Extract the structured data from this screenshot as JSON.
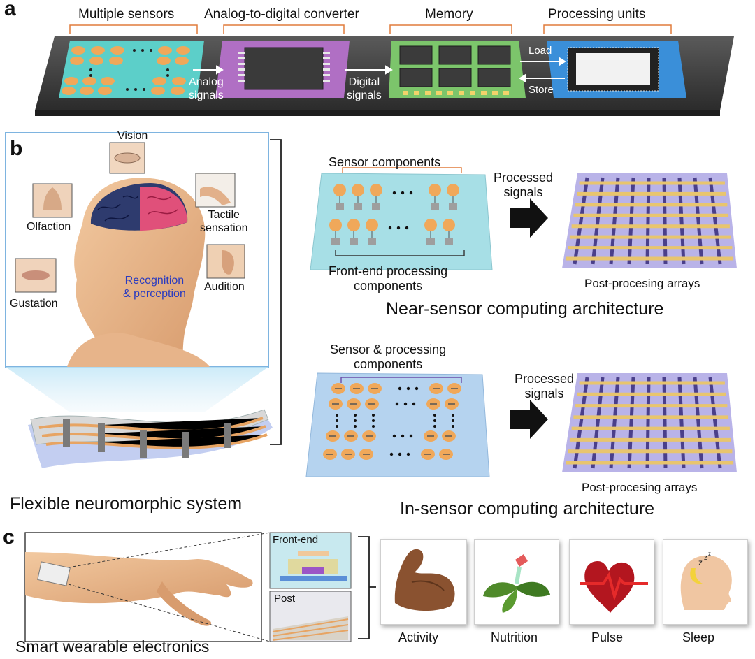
{
  "panel_a": {
    "letter": "a",
    "block_titles": [
      "Multiple sensors",
      "Analog-to-digital converter",
      "Memory",
      "Processing units"
    ],
    "analog_signals": "Analog\nsignals",
    "digital_signals": "Digital\nsignals",
    "load": "Load",
    "store": "Store"
  },
  "panel_b": {
    "letter": "b",
    "senses": {
      "vision": "Vision",
      "olfaction": "Olfaction",
      "tactile": "Tactile\nsensation",
      "gustation": "Gustation",
      "audition": "Audition"
    },
    "recognition": "Recognition\n& perception",
    "flexible_system": "Flexible neuromorphic system",
    "near_sensor": {
      "sensor_components": "Sensor components",
      "front_end": "Front-end processing\ncomponents",
      "processed_signals": "Processed\nsignals",
      "post_arrays": "Post-procesing arrays",
      "title": "Near-sensor computing architecture"
    },
    "in_sensor": {
      "sensor_processing": "Sensor & processing\ncomponents",
      "processed_signals": "Processed\nsignals",
      "post_arrays": "Post-procesing arrays",
      "title": "In-sensor computing architecture"
    }
  },
  "panel_c": {
    "letter": "c",
    "smart_wearable": "Smart wearable electronics",
    "front_end": "Front-end",
    "post": "Post",
    "applications": [
      "Activity",
      "Nutrition",
      "Pulse",
      "Sleep"
    ]
  },
  "colors": {
    "sensor_pad": "#f0a85a",
    "sensor_board": "#5ccfc9",
    "adc_board": "#b06fc4",
    "memory_board": "#7cc56b",
    "processor_board": "#3a8fd9",
    "bracket": "#e07c3c",
    "recognition_text": "#2a3bbf",
    "array_bg": "#b9b3e8",
    "near_board": "#a7dfe6",
    "in_board": "#b5d3ef"
  }
}
